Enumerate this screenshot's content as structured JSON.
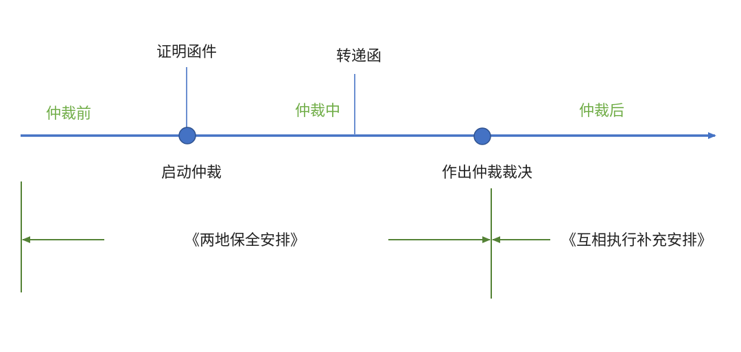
{
  "phases": {
    "before": "仲裁前",
    "during": "仲裁中",
    "after": "仲裁后"
  },
  "events": {
    "certificate_letter": "证明函件",
    "transmittal_letter": "转递函",
    "start_arbitration": "启动仲裁",
    "award": "作出仲裁裁决"
  },
  "arrangements": {
    "interim_measures": "《两地保全安排》",
    "mutual_enforcement": "《互相执行补充安排》"
  },
  "colors": {
    "timeline": "#4472c4",
    "node_fill": "#4472c4",
    "node_stroke": "#2f528f",
    "phase_text": "#70ad47",
    "bracket": "#548235",
    "text": "#222222"
  }
}
